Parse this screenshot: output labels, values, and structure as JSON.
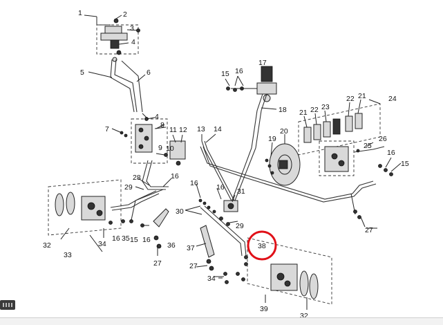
{
  "callouts": {
    "c1": "1",
    "c2": "2",
    "c3": "3",
    "c4a": "4",
    "c4b": "4",
    "c5": "5",
    "c6": "6",
    "c7": "7",
    "c8": "8",
    "c9": "9",
    "c10": "10",
    "c11": "11",
    "c12": "12",
    "c13": "13",
    "c14": "14",
    "c15a": "15",
    "c15b": "15",
    "c15c": "15",
    "c16a": "16",
    "c16b": "16",
    "c16c": "16",
    "c16d": "16",
    "c16e": "16",
    "c16f": "16",
    "c16g": "16",
    "c17": "17",
    "c18": "18",
    "c19": "19",
    "c20": "20",
    "c21a": "21",
    "c21b": "21",
    "c22a": "22",
    "c22b": "22",
    "c23": "23",
    "c24": "24",
    "c25": "25",
    "c26": "26",
    "c27a": "27",
    "c27b": "27",
    "c27c": "27",
    "c28": "28",
    "c29a": "29",
    "c29b": "29",
    "c30": "30",
    "c31": "31",
    "c32a": "32",
    "c32b": "32",
    "c33": "33",
    "c34a": "34",
    "c34b": "34",
    "c35": "35",
    "c36": "36",
    "c37": "37",
    "c38": "38",
    "c39": "39"
  },
  "colors": {
    "highlight": "#e01018",
    "line": "#222222",
    "background": "#ffffff"
  }
}
